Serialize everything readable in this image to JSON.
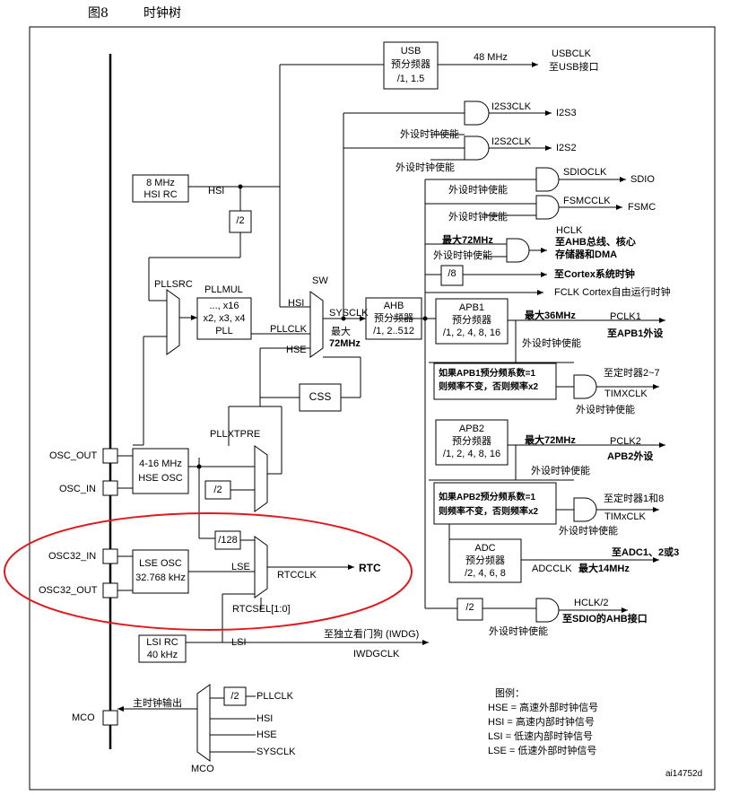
{
  "figure": {
    "number": "图8",
    "title": "时钟树",
    "code": "ai14752d"
  },
  "usb": {
    "name": "USB",
    "line2": "预分频器",
    "line3": "/1, 1.5",
    "freq": "48 MHz",
    "out": "USBCLK",
    "out2": "至USB接口"
  },
  "i2s": {
    "i2s3clk": "I2S3CLK",
    "i2s3": "I2S3",
    "i2s2clk": "I2S2CLK",
    "i2s2": "I2S2"
  },
  "sdio": {
    "clk": "SDIOCLK",
    "out": "SDIO"
  },
  "fsmc": {
    "clk": "FSMCCLK",
    "out": "FSMC"
  },
  "hclk": {
    "name": "HCLK",
    "line2": "至AHB总线、核心",
    "line3": "存储器和DMA",
    "max": "最大72MHz"
  },
  "enable": "外设时钟使能",
  "cortex": {
    "div": "/8",
    "sys": "至Cortex系统时钟",
    "fclk": "FCLK Cortex自由运行时钟"
  },
  "hsi": {
    "line1": "8 MHz",
    "line2": "HSI RC",
    "label": "HSI",
    "div": "/2"
  },
  "pll": {
    "src": "PLLSRC",
    "mul": "PLLMUL",
    "line1": "..., x16",
    "line2": "x2, x3, x4",
    "line3": "PLL",
    "pllclk": "PLLCLK"
  },
  "sw": {
    "name": "SW",
    "hsi": "HSI",
    "hse": "HSE",
    "sysclk": "SYSCLK",
    "max1": "最大",
    "max2": "72MHz"
  },
  "ahb": {
    "name": "AHB",
    "line2": "预分频器",
    "line3": "/1, 2..512"
  },
  "css": "CSS",
  "apb1": {
    "name": "APB1",
    "line2": "预分频器",
    "line3": "/1, 2, 4, 8, 16",
    "max": "最大36MHz",
    "pclk": "PCLK1",
    "to": "至APB1外设",
    "cond1": "如果APB1预分频系数=1",
    "cond2": "则频率不变，否则频率x2",
    "tim": "至定时器2~7",
    "timclk": "TIMXCLK"
  },
  "apb2": {
    "name": "APB2",
    "line2": "预分频器",
    "line3": "/1, 2, 4, 8, 16",
    "max": "最大72MHz",
    "pclk": "PCLK2",
    "to": "APB2外设",
    "cond1": "如果APB2预分频系数=1",
    "cond2": "则频率不变，否则频率x2",
    "tim": "至定时器1和8",
    "timclk": "TIMxCLK"
  },
  "adc": {
    "name": "ADC",
    "line2": "预分频器",
    "line3": "/2, 4, 6, 8",
    "to": "至ADC1、2或3",
    "clk": "ADCCLK",
    "max": "最大14MHz"
  },
  "sdio_ahb": {
    "div": "/2",
    "hclk2": "HCLK/2",
    "to": "至SDIO的AHB接口"
  },
  "hse": {
    "osc_out": "OSC_OUT",
    "osc_in": "OSC_IN",
    "line1": "4-16 MHz",
    "line2": "HSE OSC",
    "pllxtpre": "PLLXTPRE",
    "div": "/2"
  },
  "lse": {
    "osc32_in": "OSC32_IN",
    "osc32_out": "OSC32_OUT",
    "line1": "LSE OSC",
    "line2": "32.768 kHz",
    "label": "LSE",
    "div128": "/128",
    "rtcclk": "RTCCLK",
    "rtc": "RTC",
    "rtcsel": "RTCSEL[1:0]"
  },
  "lsi": {
    "line1": "LSI RC",
    "line2": "40 kHz",
    "label": "LSI",
    "iwdg": "至独立看门狗 (IWDG)",
    "iwdgclk": "IWDGCLK"
  },
  "mco": {
    "pin": "MCO",
    "label": "主时钟输出",
    "div": "/2",
    "pllclk": "PLLCLK",
    "hsi": "HSI",
    "hse": "HSE",
    "sysclk": "SYSCLK",
    "mux": "MCO"
  },
  "legend": {
    "title": "图例：",
    "hse": "HSE = 高速外部时钟信号",
    "hsi": "HSI = 高速内部时钟信号",
    "lsi": "LSI = 低速内部时钟信号",
    "lse": "LSE = 低速外部时钟信号"
  },
  "colors": {
    "highlight": "#e0191e",
    "line": "#000000"
  }
}
